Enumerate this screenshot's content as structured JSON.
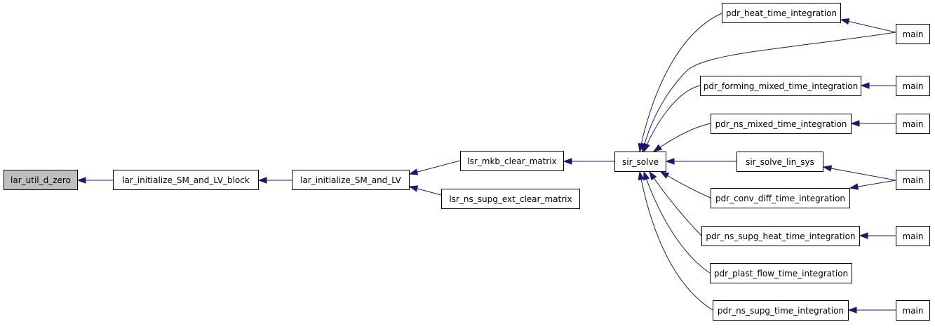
{
  "graph": {
    "type": "caller-graph",
    "colors": {
      "edge": "#191970",
      "node_border": "#000000",
      "node_fill": "#ffffff",
      "root_fill": "#bfbfbf"
    },
    "nodes": [
      {
        "id": "n0",
        "label": "lar_util_d_zero",
        "root": true
      },
      {
        "id": "n1",
        "label": "lar_initialize_SM_and_LV_block"
      },
      {
        "id": "n2",
        "label": "lar_initialize_SM_and_LV"
      },
      {
        "id": "n3",
        "label": "lsr_mkb_clear_matrix"
      },
      {
        "id": "n4",
        "label": "lsr_ns_supg_ext_clear_matrix"
      },
      {
        "id": "n5",
        "label": "sir_solve"
      },
      {
        "id": "n6",
        "label": "pdr_heat_time_integration"
      },
      {
        "id": "n7",
        "label": "pdr_forming_mixed_time_integration"
      },
      {
        "id": "n8",
        "label": "pdr_ns_mixed_time_integration"
      },
      {
        "id": "n9",
        "label": "sir_solve_lin_sys"
      },
      {
        "id": "n10",
        "label": "pdr_conv_diff_time_integration"
      },
      {
        "id": "n11",
        "label": "pdr_ns_supg_heat_time_integration"
      },
      {
        "id": "n12",
        "label": "pdr_plast_flow_time_integration"
      },
      {
        "id": "n13",
        "label": "pdr_ns_supg_time_integration"
      },
      {
        "id": "m1",
        "label": "main"
      },
      {
        "id": "m2",
        "label": "main"
      },
      {
        "id": "m3",
        "label": "main"
      },
      {
        "id": "m4",
        "label": "main"
      },
      {
        "id": "m5",
        "label": "main"
      },
      {
        "id": "m6",
        "label": "main"
      }
    ],
    "edges": [
      {
        "from": "n1",
        "to": "n0"
      },
      {
        "from": "n2",
        "to": "n1"
      },
      {
        "from": "n3",
        "to": "n2"
      },
      {
        "from": "n4",
        "to": "n2"
      },
      {
        "from": "n5",
        "to": "n3"
      },
      {
        "from": "n6",
        "to": "n5"
      },
      {
        "from": "m1",
        "to": "n5"
      },
      {
        "from": "n7",
        "to": "n5"
      },
      {
        "from": "n8",
        "to": "n5"
      },
      {
        "from": "n9",
        "to": "n5"
      },
      {
        "from": "n10",
        "to": "n5"
      },
      {
        "from": "n11",
        "to": "n5"
      },
      {
        "from": "n12",
        "to": "n5"
      },
      {
        "from": "n13",
        "to": "n5"
      },
      {
        "from": "m1",
        "to": "n6"
      },
      {
        "from": "m2",
        "to": "n7"
      },
      {
        "from": "m3",
        "to": "n8"
      },
      {
        "from": "m4",
        "to": "n9"
      },
      {
        "from": "m4",
        "to": "n10"
      },
      {
        "from": "m5",
        "to": "n11"
      },
      {
        "from": "m6",
        "to": "n13"
      }
    ]
  }
}
